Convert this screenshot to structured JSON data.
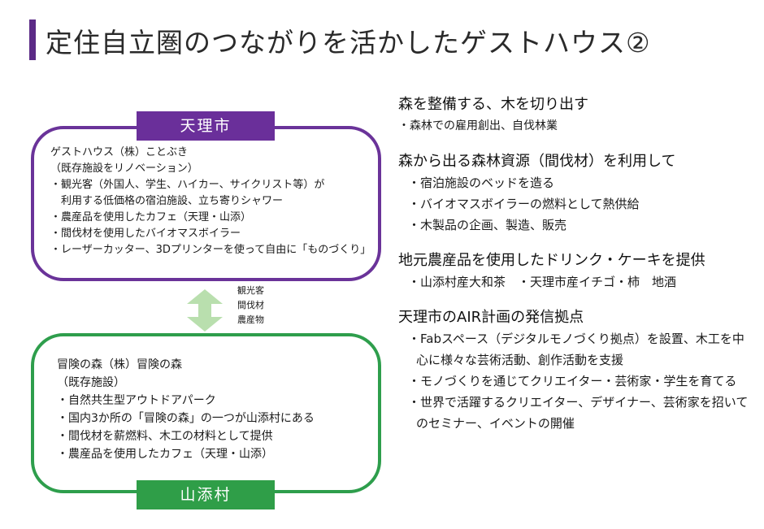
{
  "title": "定住自立圏のつながりを活かしたゲストハウス②",
  "colors": {
    "purple": "#6a2f9a",
    "green": "#2f9e48",
    "accent_bar": "#5b2a86"
  },
  "tenri": {
    "tag": "天理市",
    "lines": [
      "ゲストハウス（株）ことぶき",
      "（既存施設をリノベーション）",
      "・観光客（外国人、学生、ハイカー、サイクリスト等）が",
      "　利用する低価格の宿泊施設、立ち寄りシャワー",
      "・農産品を使用したカフェ（天理・山添）",
      "・間伐材を使用したバイオマスボイラー",
      "・レーザーカッター、3Dプリンターを使って自由に「ものづくり」"
    ]
  },
  "flow": {
    "items": [
      "観光客",
      "間伐材",
      "農産物"
    ],
    "icon": "double-arrow-icon"
  },
  "yamazoe": {
    "tag": "山添村",
    "lines": [
      "冒険の森（株）冒険の森",
      "（既存施設）",
      "・自然共生型アウトドアパーク",
      "・国内3か所の「冒険の森」の一つが山添村にある",
      "・間伐材を薪燃料、木工の材料として提供",
      "・農産品を使用したカフェ（天理・山添）"
    ]
  },
  "sections": [
    {
      "heading": "森を整備する、木を切り出す",
      "items": [
        "・森林での雇用創出、自伐林業"
      ]
    },
    {
      "heading": "森から出る森林資源（間伐材）を利用して",
      "items": [
        "・宿泊施設のベッドを造る",
        "・バイオマスボイラーの燃料として熱供給",
        "・木製品の企画、製造、販売"
      ]
    },
    {
      "heading": "地元農産品を使用したドリンク・ケーキを提供",
      "items": [
        "・山添村産大和茶　・天理市産イチゴ・柿　地酒"
      ]
    },
    {
      "heading": "天理市のAIR計画の発信拠点",
      "items": [
        "・Fabスペース（デジタルモノづくり拠点）を設置、木工を中心に様々な芸術活動、創作活動を支援",
        "・モノづくりを通じてクリエイター・芸術家・学生を育てる",
        "・世界で活躍するクリエイター、デザイナー、芸術家を招いてのセミナー、イベントの開催"
      ]
    }
  ]
}
